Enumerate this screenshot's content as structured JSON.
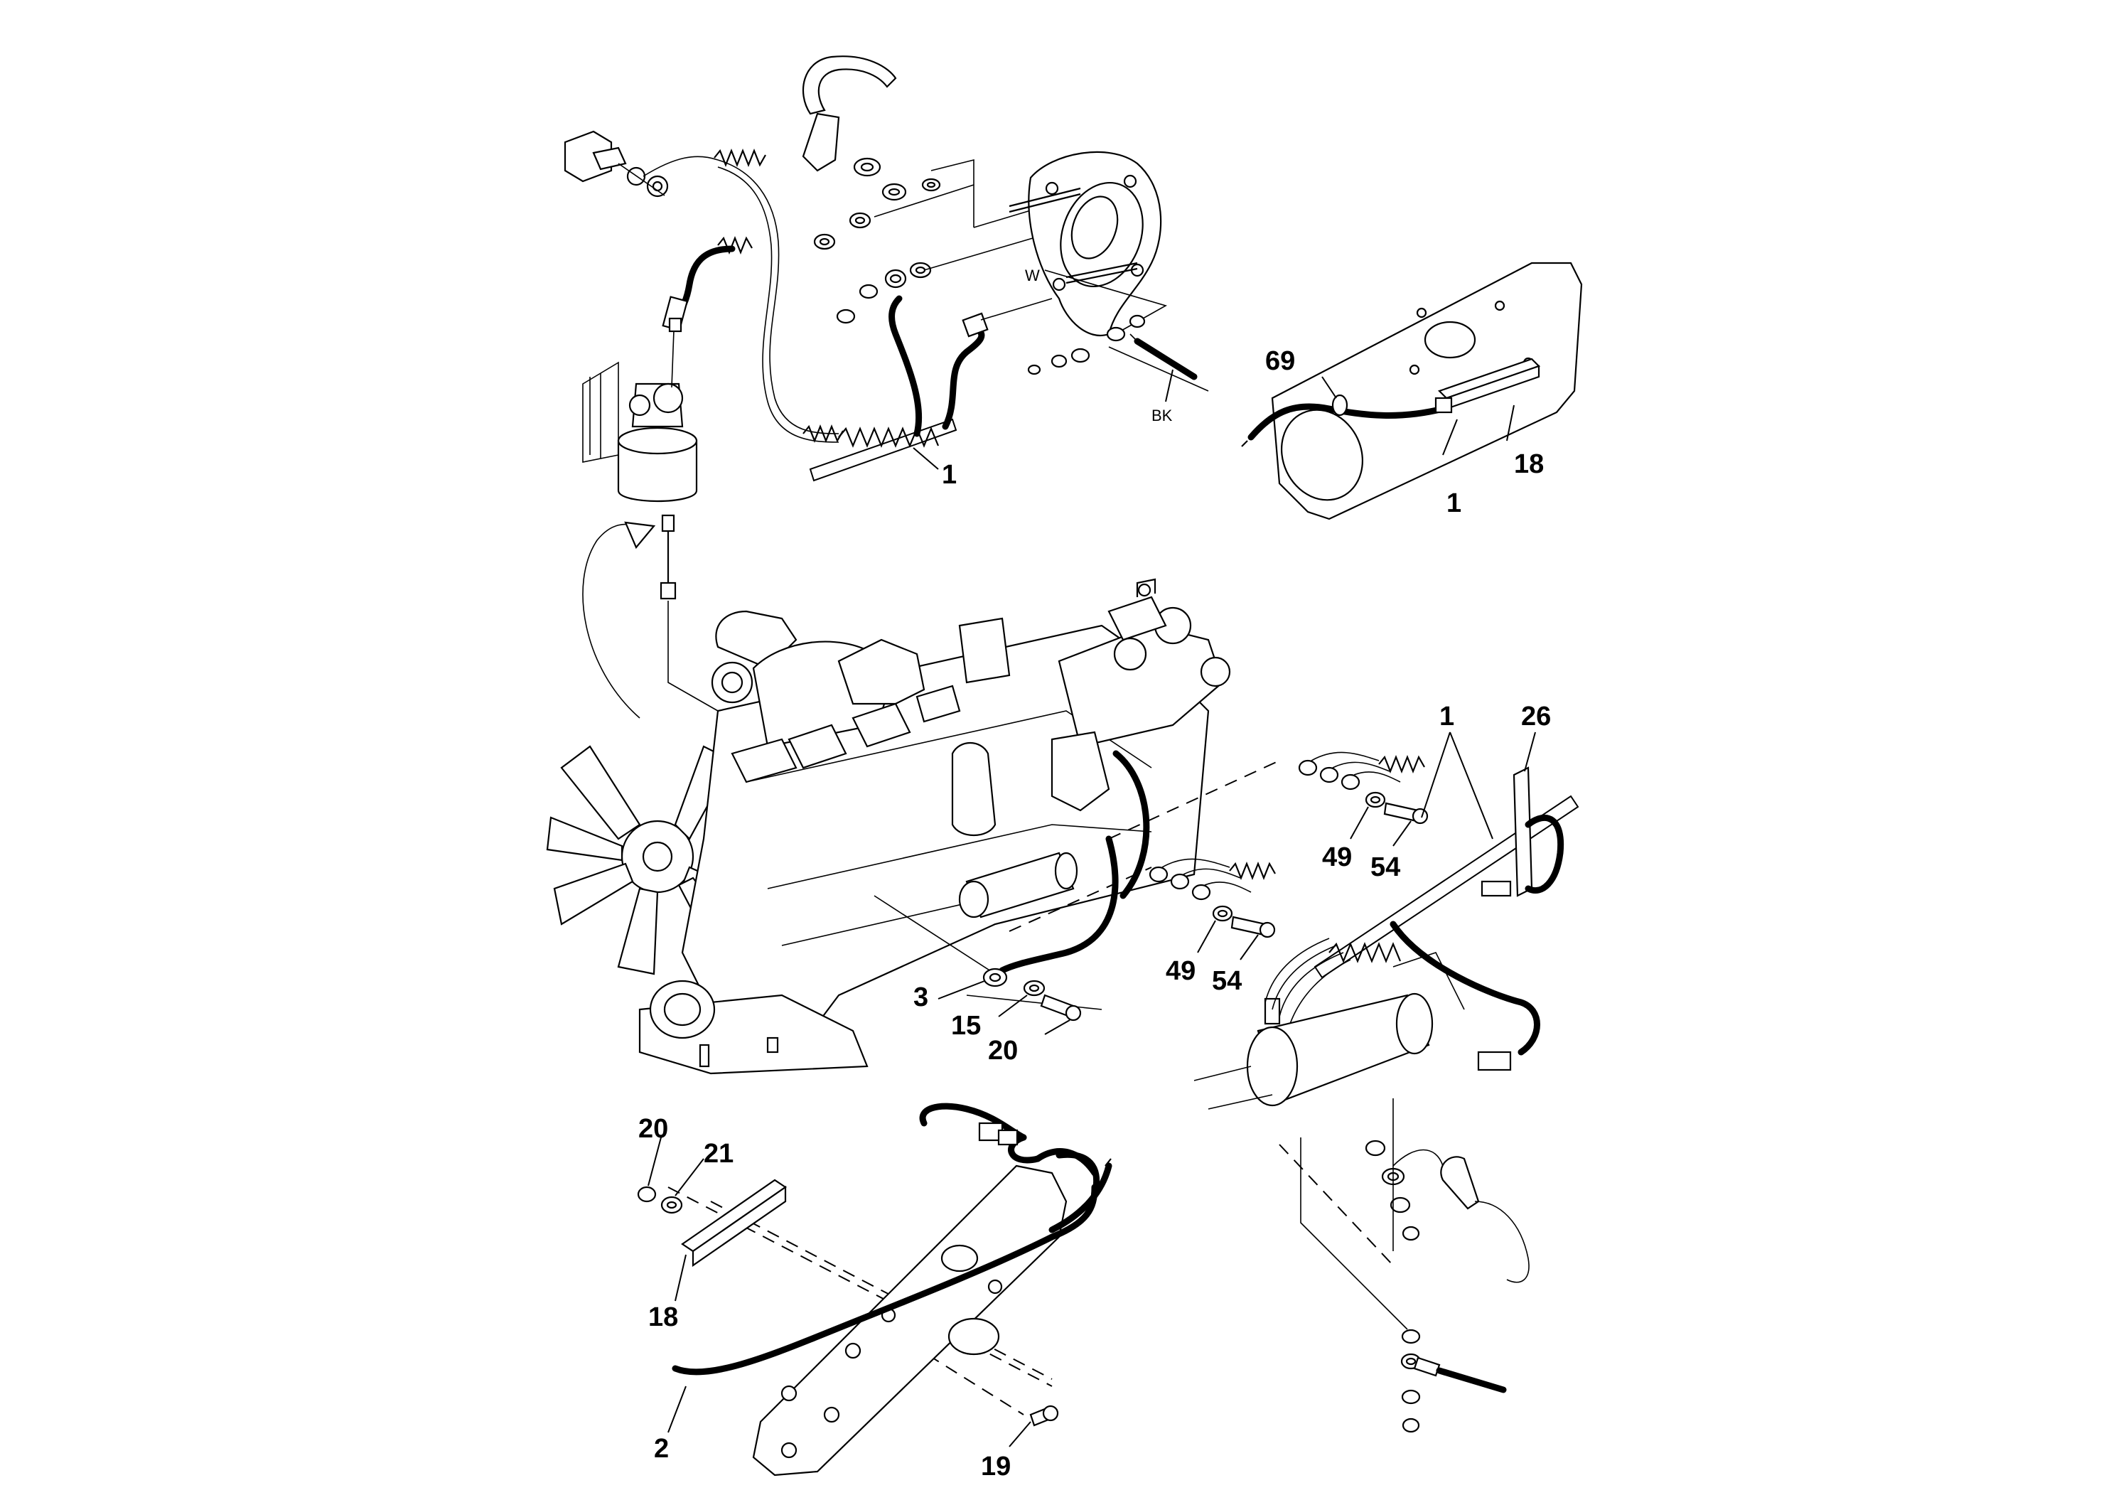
{
  "callouts": {
    "top_cable_1": "1",
    "bk_text": "BK",
    "w_text": "W",
    "plate_69": "69",
    "plate_1": "1",
    "plate_18": "18",
    "right_1": "1",
    "right_26": "26",
    "right_49_a": "49",
    "right_54_a": "54",
    "right_49_b": "49",
    "right_54_b": "54",
    "lower_3": "3",
    "lower_15": "15",
    "lower_20": "20",
    "bracket_20": "20",
    "bracket_21": "21",
    "bracket_18": "18",
    "bottom_2": "2",
    "bottom_19": "19"
  }
}
